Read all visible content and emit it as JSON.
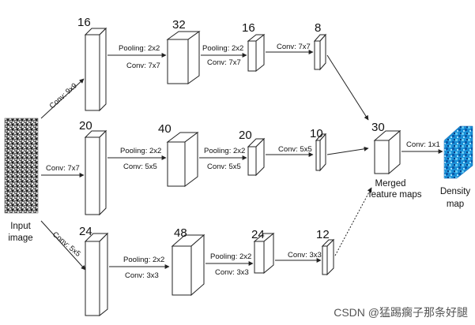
{
  "input": {
    "label_line1": "Input",
    "label_line2": "image"
  },
  "branches": [
    {
      "first_conv": "Conv: 9x9",
      "channels": [
        "16",
        "32",
        "16",
        "8"
      ],
      "ops": [
        {
          "top": "Pooling: 2x2",
          "bottom": "Conv: 7x7"
        },
        {
          "top": "Pooling: 2x2",
          "bottom": "Conv: 7x7"
        },
        {
          "top": "Conv: 7x7",
          "bottom": ""
        }
      ]
    },
    {
      "first_conv": "Conv: 7x7",
      "channels": [
        "20",
        "40",
        "20",
        "10"
      ],
      "ops": [
        {
          "top": "Pooling: 2x2",
          "bottom": "Conv: 5x5"
        },
        {
          "top": "Pooling: 2x2",
          "bottom": "Conv: 5x5"
        },
        {
          "top": "Conv: 5x5",
          "bottom": ""
        }
      ]
    },
    {
      "first_conv": "Conv: 5x5",
      "channels": [
        "24",
        "48",
        "24",
        "12"
      ],
      "ops": [
        {
          "top": "Pooling: 2x2",
          "bottom": "Conv: 3x3"
        },
        {
          "top": "Pooling: 2x2",
          "bottom": "Conv: 3x3"
        },
        {
          "top": "Conv: 3x3",
          "bottom": ""
        }
      ]
    }
  ],
  "merged": {
    "channels": "30",
    "label_line1": "Merged",
    "label_line2": "feature maps"
  },
  "final_conv": "Conv: 1x1",
  "output": {
    "label_line1": "Density",
    "label_line2": "map"
  },
  "watermark": "CSDN @猛踢瘸子那条好腿",
  "colors": {
    "line": "#222222",
    "box_fill": "#ffffff",
    "density_map": "#1a8fd6"
  }
}
